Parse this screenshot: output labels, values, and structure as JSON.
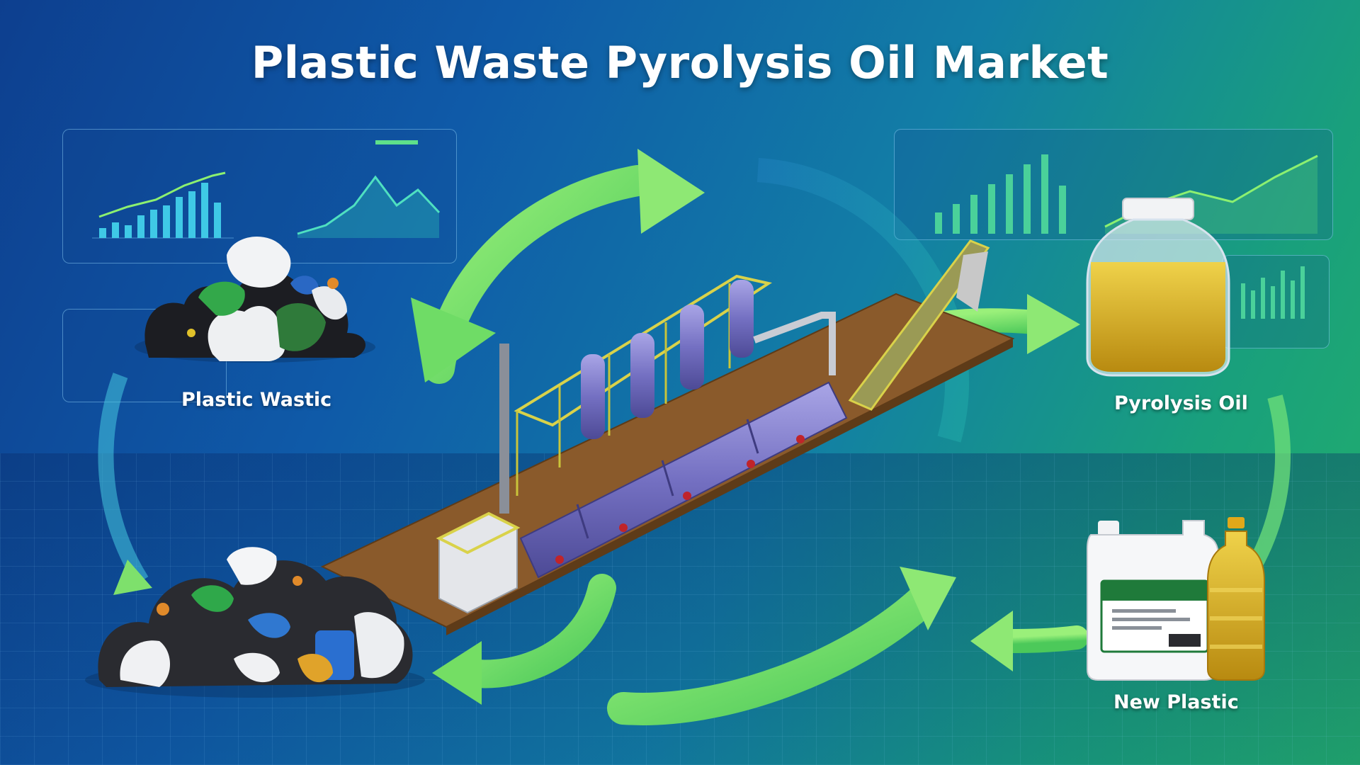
{
  "title": "Plastic Waste Pyrolysis Oil Market",
  "labels": {
    "plastic_waste": "Plastic Wastic",
    "pyrolysis_oil": "Pyrolysis Oil",
    "new_plastic": "New Plastic"
  },
  "colors": {
    "cycle_arrow": "#7fe36a",
    "oil": "#d8b21a",
    "machine_body": "#7d78c6",
    "platform": "#8a5a2b",
    "railing": "#d9d24a"
  },
  "icons": [
    "recycle-arrow-icon",
    "bar-chart-icon",
    "line-chart-icon",
    "oil-jar-icon",
    "jerrycan-icon",
    "bottle-icon"
  ]
}
